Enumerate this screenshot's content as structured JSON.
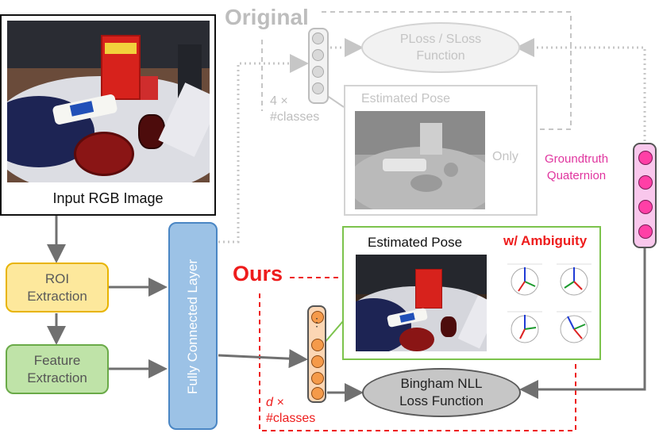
{
  "original": {
    "title": "Original",
    "loss_function": "PLoss / SLoss\nFunction",
    "output_dims": "4 ×\n#classes",
    "estimated_pose": "Estimated Pose",
    "only": "Only"
  },
  "input": {
    "caption": "Input RGB Image"
  },
  "pipeline": {
    "roi": "ROI\nExtraction",
    "feature": "Feature\nExtraction",
    "fc": "Fully Connected Layer"
  },
  "groundtruth": {
    "label": "Groundtruth\nQuaternion"
  },
  "ours": {
    "title": "Ours",
    "estimated_pose": "Estimated Pose",
    "ambiguity": "w/ Ambiguity",
    "output_dims_prefix": "d ×",
    "output_dims_suffix": "#classes",
    "loss_function": "Bingham NLL\nLoss Function"
  },
  "colors": {
    "gray": "#bdbdbd",
    "red": "#ee1c1c",
    "green_frame": "#7cc34c",
    "roi_fill": "#fde89c",
    "roi_border": "#e8b400",
    "feature_fill": "#bfe3a8",
    "feature_border": "#6aaa48",
    "fc_fill": "#9cc2e6",
    "fc_border": "#4a86c4",
    "gt_fill": "#f9c7ec",
    "gt_node": "#ff3fa6",
    "gt_text": "#e0359f",
    "ours_node": "#f59a4a",
    "ours_fill": "#fcd6b4"
  }
}
